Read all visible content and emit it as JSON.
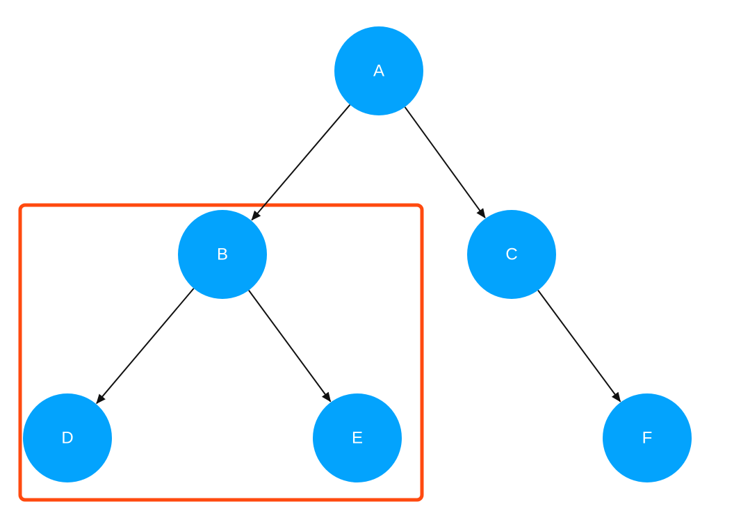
{
  "colors": {
    "node_fill": "#03a3fd",
    "label": "#ffffff",
    "edge": "#111111",
    "highlight": "#ff4a0f"
  },
  "nodes": [
    {
      "id": "A",
      "label": "A"
    },
    {
      "id": "B",
      "label": "B"
    },
    {
      "id": "C",
      "label": "C"
    },
    {
      "id": "D",
      "label": "D"
    },
    {
      "id": "E",
      "label": "E"
    },
    {
      "id": "F",
      "label": "F"
    }
  ],
  "edges": [
    {
      "from": "A",
      "to": "B"
    },
    {
      "from": "A",
      "to": "C"
    },
    {
      "from": "B",
      "to": "D"
    },
    {
      "from": "B",
      "to": "E"
    },
    {
      "from": "C",
      "to": "F"
    }
  ],
  "highlight": {
    "root": "B",
    "members": [
      "B",
      "D",
      "E"
    ]
  }
}
